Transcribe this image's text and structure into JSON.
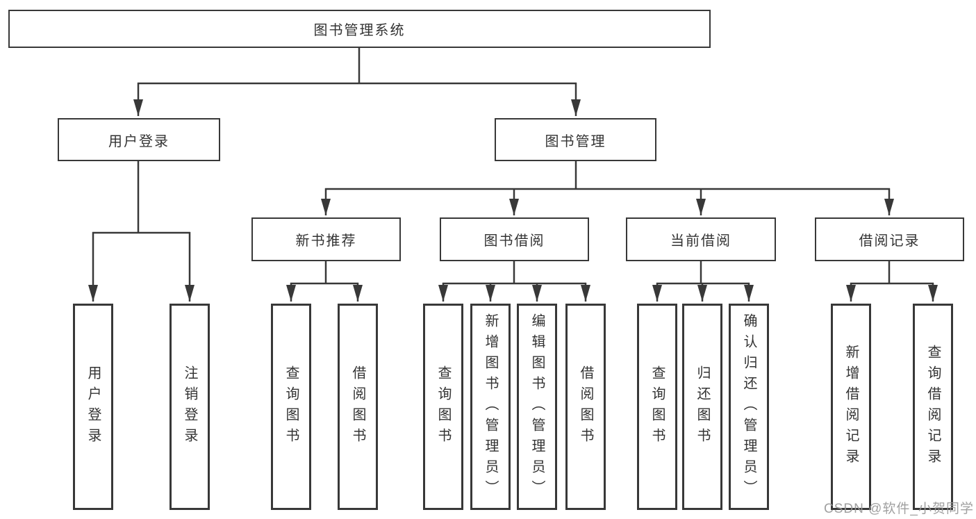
{
  "diagram": {
    "root": {
      "label": "图书管理系统"
    },
    "branches": [
      {
        "label": "用户登录",
        "children": [
          {
            "label": "用户登录"
          },
          {
            "label": "注销登录"
          }
        ]
      },
      {
        "label": "图书管理",
        "children": [
          {
            "label": "新书推荐",
            "children": [
              {
                "label": "查询图书"
              },
              {
                "label": "借阅图书"
              }
            ]
          },
          {
            "label": "图书借阅",
            "children": [
              {
                "label": "查询图书"
              },
              {
                "label": "新增图书（管理员）"
              },
              {
                "label": "编辑图书（管理员）"
              },
              {
                "label": "借阅图书"
              }
            ]
          },
          {
            "label": "当前借阅",
            "children": [
              {
                "label": "查询图书"
              },
              {
                "label": "归还图书"
              },
              {
                "label": "确认归还（管理员）"
              }
            ]
          },
          {
            "label": "借阅记录",
            "children": [
              {
                "label": "新增借阅记录"
              },
              {
                "label": "查询借阅记录"
              }
            ]
          }
        ]
      }
    ],
    "colors": {
      "line": "#383838",
      "box_border": "#383838",
      "text": "#333333",
      "background": "#ffffff",
      "watermark": "#999999"
    }
  },
  "watermark": {
    "text": "CSDN @软件_小贺同学"
  }
}
